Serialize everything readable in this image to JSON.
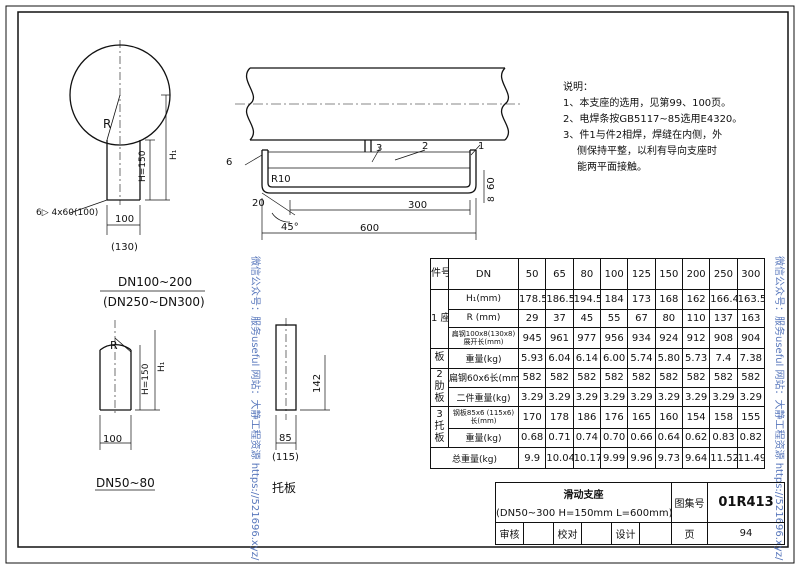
{
  "notes": {
    "heading": "说明：",
    "items": [
      "1、本支座的选用，见第99、100页。",
      "2、电焊条按GB5117~85选用E4320。",
      "3、件1与件2相焊，焊缝在内侧，外",
      "侧保持平整，以利有导向支座时",
      "能两平面接触。"
    ]
  },
  "drawing_labels": {
    "r_big": "R",
    "h150_a": "H=150",
    "h1_a": "H₁",
    "weld_a": "6▷ 4x60(100)",
    "w100_a": "100",
    "w130": "(130)",
    "dn_large_1": "DN100~200",
    "dn_large_2": "(DN250~DN300)",
    "r_small": "R",
    "h150_b": "H=150",
    "h1_b": "H₁",
    "w100_b": "100",
    "dn_small": "DN50~80",
    "h142": "142",
    "w85": "85",
    "w115": "(115)",
    "tuoban": "托板",
    "weld_b": "6",
    "part3": "3",
    "part2": "2",
    "part1": "1",
    "r10": "R10",
    "d60": "60",
    "d8": "8",
    "d20": "20",
    "d45": "45°",
    "d300": "300",
    "d600": "600"
  },
  "table": {
    "header": {
      "part": "件号",
      "dn": "DN",
      "dn_values": [
        "50",
        "65",
        "80",
        "100",
        "125",
        "150",
        "200",
        "250",
        "300"
      ]
    },
    "group1_label": "1 座",
    "group1_label2": "板",
    "rows": [
      {
        "label": "H₁(mm)",
        "values": [
          "178.5",
          "186.5",
          "194.5",
          "184",
          "173",
          "168",
          "162",
          "166.4",
          "163.5"
        ]
      },
      {
        "label": "R (mm)",
        "values": [
          "29",
          "37",
          "45",
          "55",
          "67",
          "80",
          "110",
          "137",
          "163"
        ]
      },
      {
        "label": "扁钢100x8(130x8) 展开长(mm)",
        "values": [
          "945",
          "961",
          "977",
          "956",
          "934",
          "924",
          "912",
          "908",
          "904"
        ]
      },
      {
        "label": "重量(kg)",
        "values": [
          "5.93",
          "6.04",
          "6.14",
          "6.00",
          "5.74",
          "5.80",
          "5.73",
          "7.4",
          "7.38"
        ]
      }
    ],
    "group2_label": "2 肋 板",
    "rows2": [
      {
        "label": "扁钢60x6长(mm)",
        "values": [
          "582",
          "582",
          "582",
          "582",
          "582",
          "582",
          "582",
          "582",
          "582"
        ]
      },
      {
        "label": "二件重量(kg)",
        "values": [
          "3.29",
          "3.29",
          "3.29",
          "3.29",
          "3.29",
          "3.29",
          "3.29",
          "3.29",
          "3.29"
        ]
      }
    ],
    "group3_label": "3 托 板",
    "rows3": [
      {
        "label": "钢板85x6 (115x6) 长(mm)",
        "values": [
          "170",
          "178",
          "186",
          "176",
          "165",
          "160",
          "154",
          "158",
          "155"
        ]
      },
      {
        "label": "重量(kg)",
        "values": [
          "0.68",
          "0.71",
          "0.74",
          "0.70",
          "0.66",
          "0.64",
          "0.62",
          "0.83",
          "0.82"
        ]
      }
    ],
    "total": {
      "label": "总重量(kg)",
      "values": [
        "9.9",
        "10.04",
        "10.17",
        "9.99",
        "9.96",
        "9.73",
        "9.64",
        "11.52",
        "11.49"
      ]
    }
  },
  "title_block": {
    "name": "滑动支座",
    "spec": "(DN50~300 H=150mm L=600mm)",
    "atlas_label": "图集号",
    "atlas_no": "01R413",
    "review": "审核",
    "check": "校对",
    "design": "设计",
    "page_label": "页",
    "page_no": "94"
  },
  "watermark": {
    "left": "微信公众号：服务useful 网站：大静工程资源 https://521696.xyz/",
    "right": "微信公众号：服务useful 网站：大静工程资源 https://521696.xyz/"
  }
}
